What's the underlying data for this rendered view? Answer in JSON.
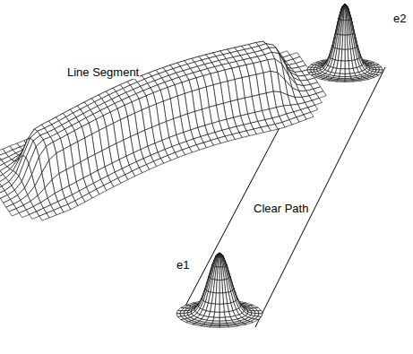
{
  "diagram": {
    "labels": [
      "Line Segment",
      "Clear Path",
      "e1",
      "e2"
    ]
  }
}
